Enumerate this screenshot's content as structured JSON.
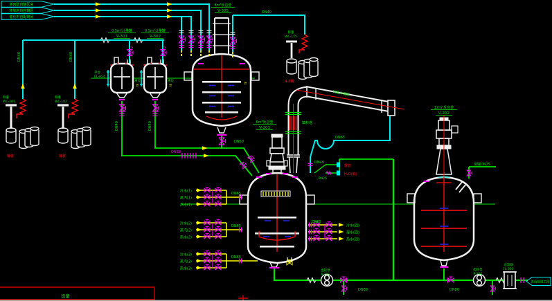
{
  "colors": {
    "bg": "#000000",
    "pipe_cyan": "#00EDED",
    "pipe_green": "#00E400",
    "valve_magenta": "#FF00FF",
    "utility_yellow": "#FFFF00",
    "heat_red": "#FF1010",
    "equipment_white": "#F0F0F0",
    "note_blue": "#2222FF"
  },
  "flags": {
    "inlet1": "烯丙醇自罐区来",
    "inlet2": "环氧丙烷自罐区",
    "inlet3": "催化剂自配制间",
    "outlet": "去后处理工段"
  },
  "equipment": {
    "v301": {
      "name": "0.5m³计量罐",
      "tag": "V-301"
    },
    "v302": {
      "name": "0.5m³计量罐",
      "tag": "V-302"
    },
    "v305": {
      "name": "8m³反应釜",
      "tag": "V-305"
    },
    "v201": {
      "name": "6m³反应釜",
      "tag": "V-201"
    },
    "v202": {
      "name": "12m³反应釜",
      "tag": "V-202"
    },
    "column": {
      "name": "填料塔"
    },
    "condenser": {
      "name": "列管冷凝器"
    },
    "pump1": {
      "name": "齿轮泵",
      "tag": "P-201"
    },
    "pump2": {
      "name": "齿轮泵",
      "tag": "P-202"
    },
    "filter": {
      "name": "过滤器",
      "tag": "FL-201"
    },
    "weigh1": {
      "name": "称重",
      "tag": "WC-101",
      "note": "桶装"
    },
    "weigh2": {
      "name": "称重",
      "tag": "WC-102",
      "note": "桶装"
    },
    "weigh3": {
      "name": "称重",
      "tag": "WC-115",
      "note": "4-6桶"
    }
  },
  "pipes": {
    "dn25": "DN25",
    "dn40": "DN40",
    "dn50": "DN50",
    "dn65": "DN65",
    "dn80": "DN80",
    "caustic": "液碱DN25",
    "hose": "软管",
    "hose2": "H₂O(软)",
    "valve_tag": "LV",
    "platform": "平台",
    "elevation": "EL+6.0",
    "level": "液位",
    "gauge": "计"
  },
  "utilities": {
    "left1": [
      "冷水(1)",
      "蒸汽(1)",
      "热水(1)"
    ],
    "left2": [
      "冷水(2)",
      "蒸汽(2)",
      "热水(2)"
    ],
    "left3": [
      "冷水(3)",
      "蒸汽(3)",
      "热水(3)"
    ],
    "right": [
      "冷水(回)",
      "凝水(回)",
      "热水(回)"
    ]
  },
  "titleblock": {
    "label": "设备"
  }
}
